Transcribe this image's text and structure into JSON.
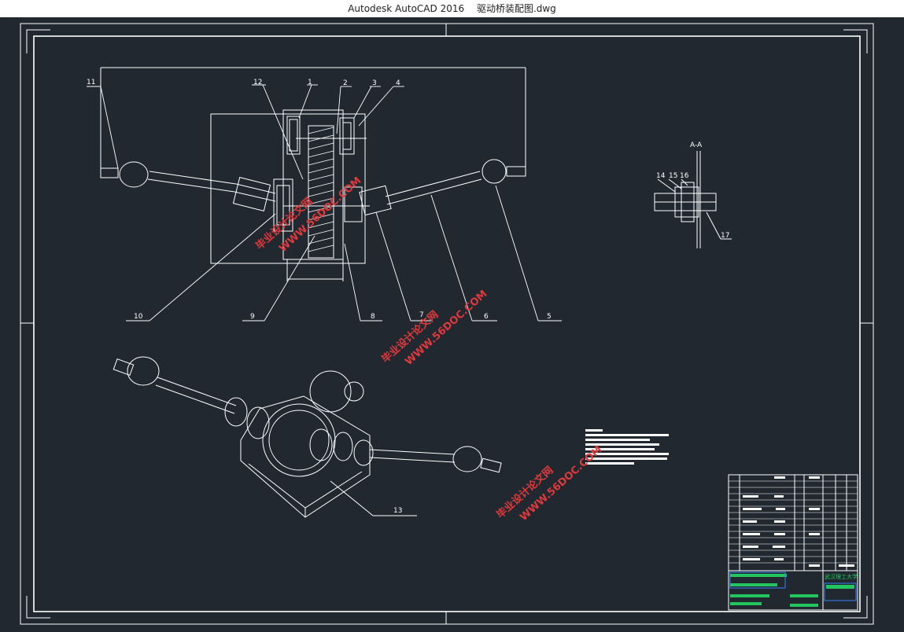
{
  "window": {
    "app_title": "Autodesk AutoCAD 2016",
    "file_name": "驱动桥装配图.dwg"
  },
  "drawing": {
    "section_label": "A-A",
    "balloons": [
      "1",
      "2",
      "3",
      "4",
      "5",
      "6",
      "7",
      "8",
      "9",
      "10",
      "11",
      "12",
      "13",
      "14",
      "15",
      "16",
      "17"
    ],
    "watermark_cn": "毕业设计论文网",
    "watermark_url": "WWW.56DOC.COM",
    "title_block": {
      "school": "武汉理工大学"
    }
  },
  "colors": {
    "background": "#212830",
    "lines": "#ffffff",
    "watermark": "#e0393b",
    "title_block_green": "#22c55e",
    "title_block_blue": "#3b82f6"
  }
}
